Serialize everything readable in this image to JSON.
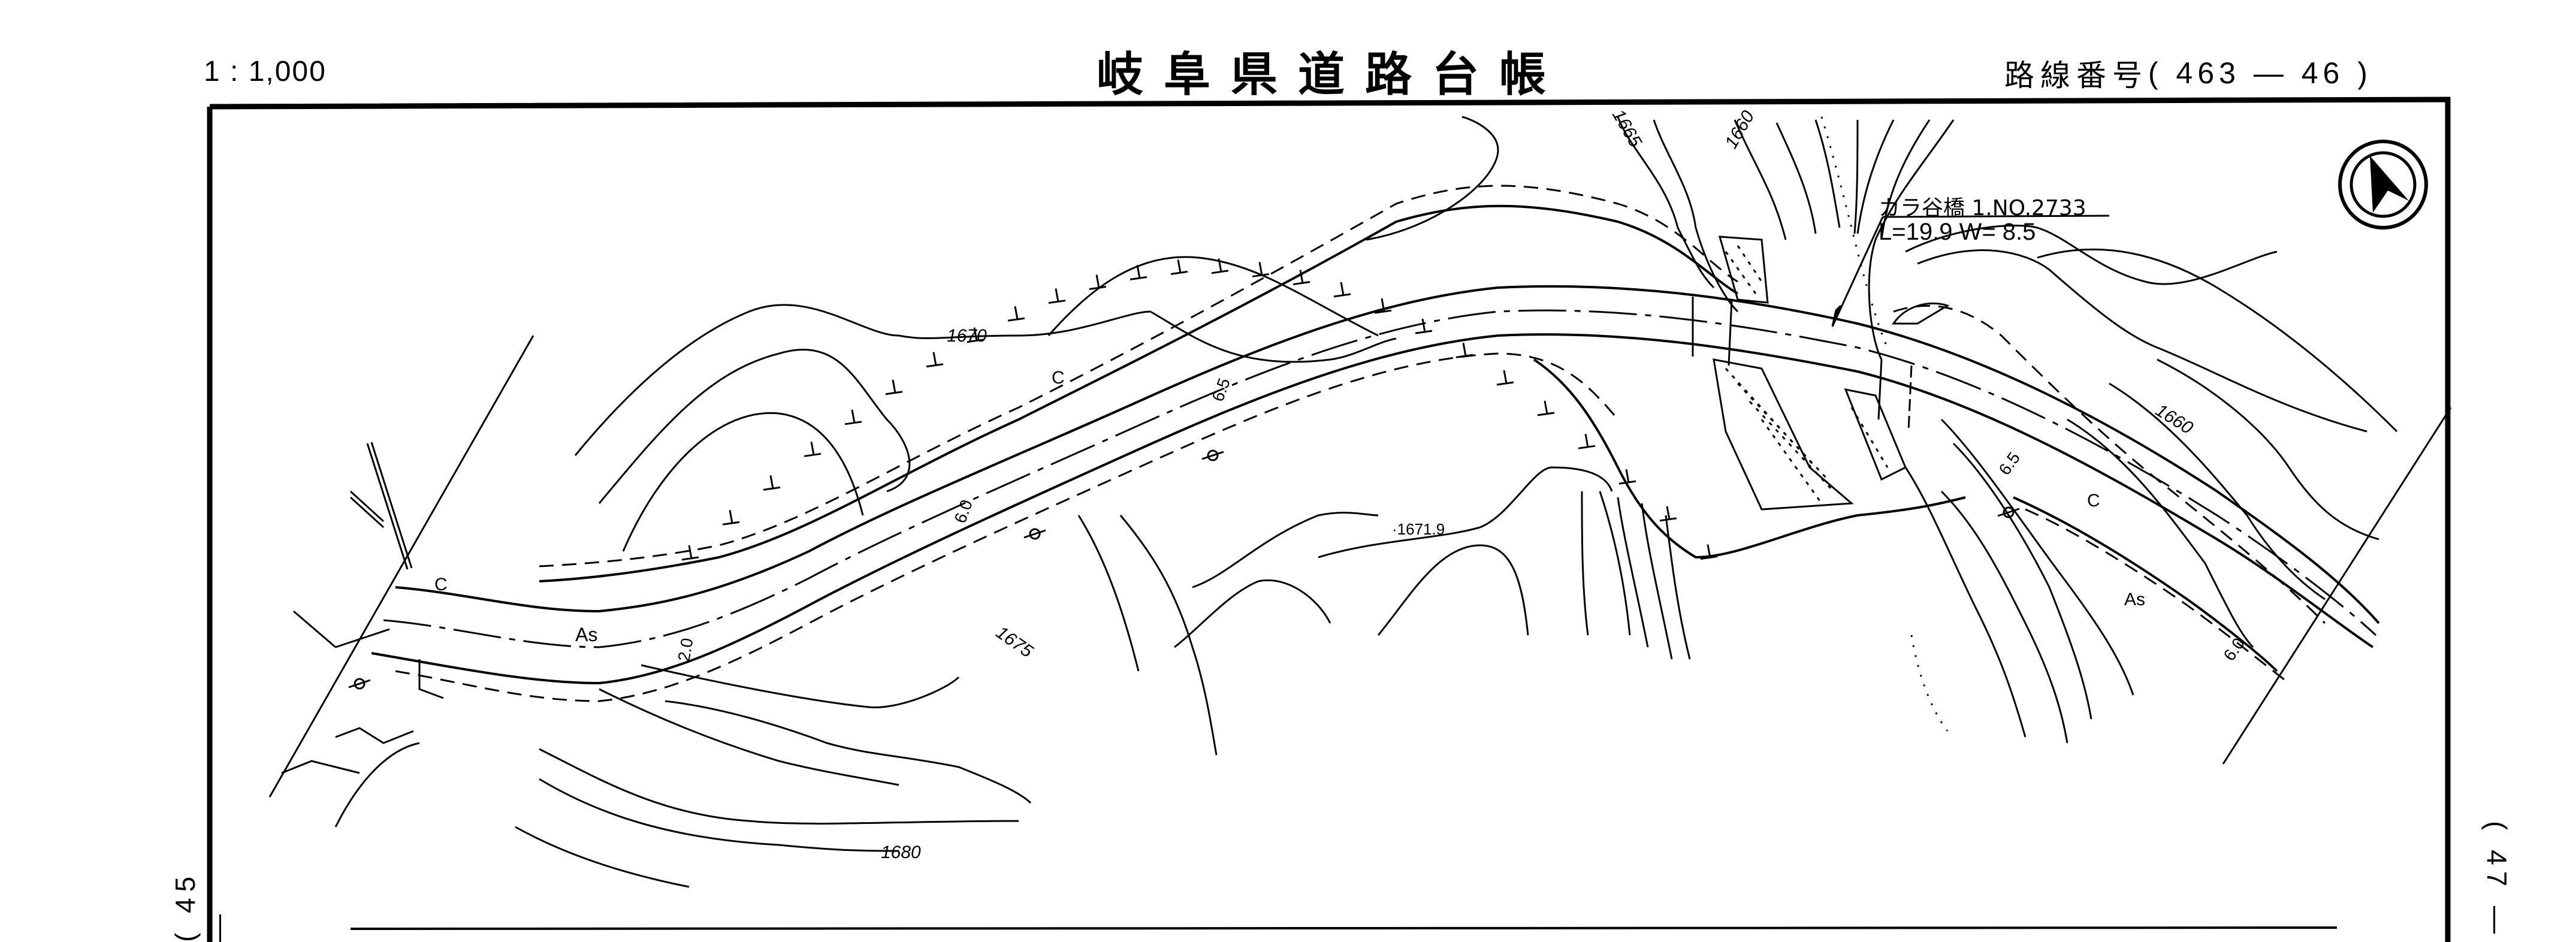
{
  "header": {
    "scale": "1 : 1,000",
    "title": "岐阜県道路台帳",
    "route_label": "路線番号",
    "route_number": "( 463 — 46 )"
  },
  "sheet_refs": {
    "previous": "( 45 —",
    "next": "( 47 —"
  },
  "bridge": {
    "name": "カラ谷橋 1.NO.2733",
    "spec": "L=19.9 W= 8.5"
  },
  "north_arrow": {
    "icon": "north-arrow-icon"
  },
  "contours": {
    "labels": [
      "1670",
      "1665",
      "1660",
      "1675",
      "1680",
      "1660"
    ]
  },
  "spot_height": "·1671.9",
  "surfaces": {
    "asphalt": "As",
    "concrete": "C"
  },
  "widths": [
    "2.0",
    "6.0",
    "6.5",
    "6.5",
    "6.0"
  ],
  "colors": {
    "ink": "#000000",
    "paper": "#ffffff"
  }
}
